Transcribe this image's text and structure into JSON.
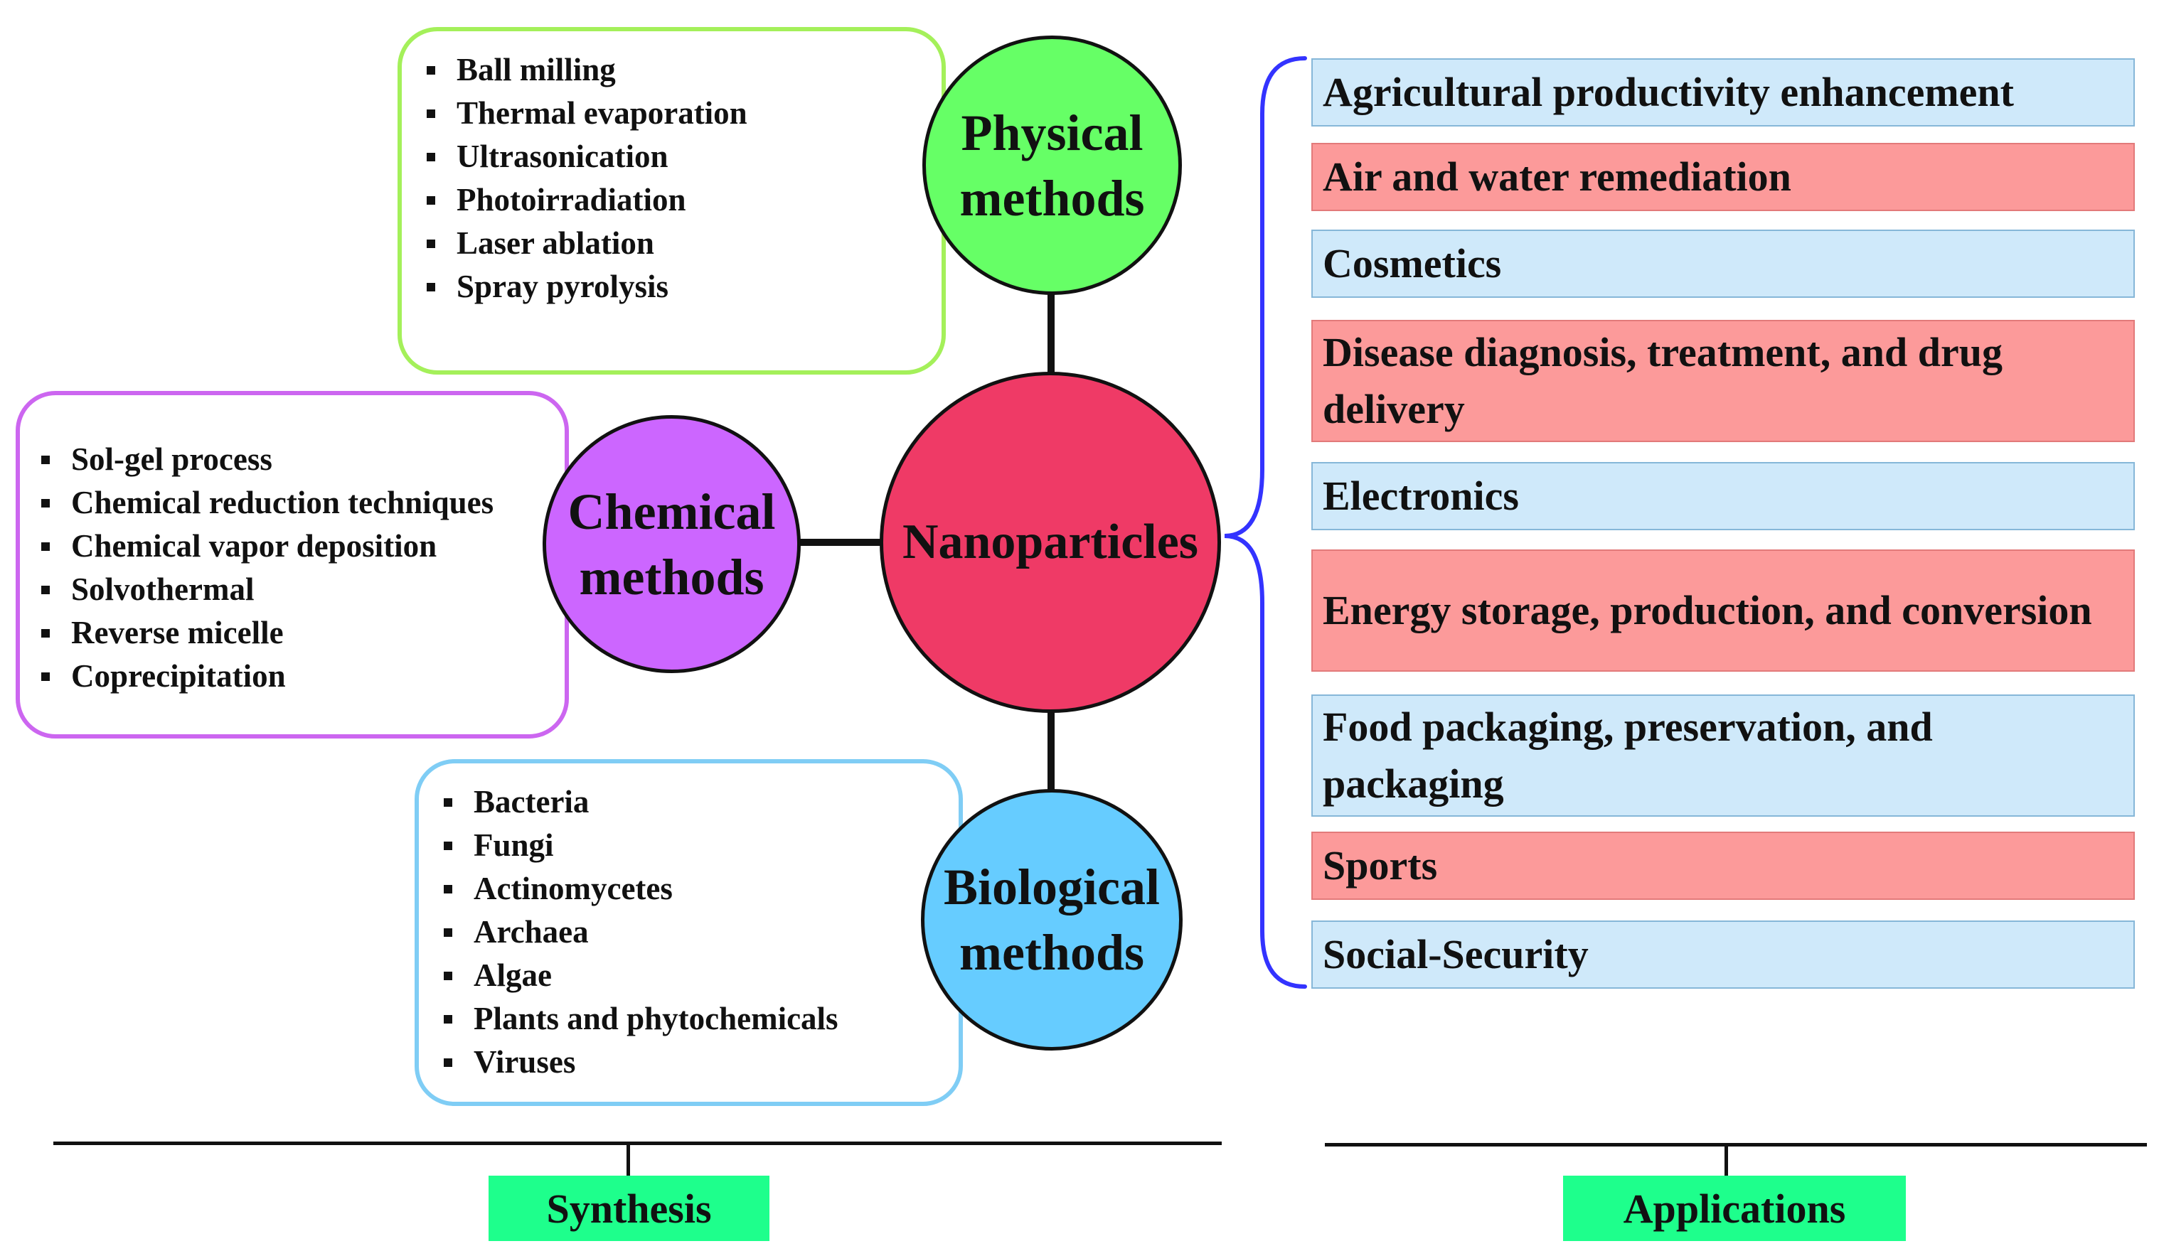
{
  "central": {
    "label": "Nanoparticles",
    "color": "#ef3a66"
  },
  "methods": {
    "physical": {
      "label": "Physical\nmethods",
      "color": "#66ff66",
      "border": "#a4f05a",
      "items": [
        "Ball milling",
        "Thermal evaporation",
        "Ultrasonication",
        "Photoirradiation",
        "Laser ablation",
        "Spray pyrolysis"
      ]
    },
    "chemical": {
      "label": "Chemical\nmethods",
      "color": "#cc66ff",
      "border": "#cc66f0",
      "items": [
        "Sol-gel process",
        "Chemical reduction techniques",
        "Chemical vapor deposition",
        "Solvothermal",
        "Reverse micelle",
        "Coprecipitation"
      ]
    },
    "biological": {
      "label": "Biological\nmethods",
      "color": "#66ccff",
      "border": "#7fcdf5",
      "items": [
        "Bacteria",
        "Fungi",
        "Actinomycetes",
        "Archaea",
        "Algae",
        "Plants and phytochemicals",
        "Viruses"
      ]
    }
  },
  "applications": {
    "bracket_color": "#3333ff",
    "blue_color": "#cfe9fa",
    "red_color": "#fc9a9a",
    "items": [
      {
        "label": "Agricultural productivity enhancement",
        "color": "blue"
      },
      {
        "label": "Air and water remediation",
        "color": "red"
      },
      {
        "label": "Cosmetics",
        "color": "blue"
      },
      {
        "label": "Disease diagnosis, treatment, and drug delivery",
        "color": "red"
      },
      {
        "label": "Electronics",
        "color": "blue"
      },
      {
        "label": "Energy storage, production, and conversion",
        "color": "red"
      },
      {
        "label": "Food packaging, preservation, and packaging",
        "color": "blue"
      },
      {
        "label": "Sports",
        "color": "red"
      },
      {
        "label": "Social-Security",
        "color": "blue"
      }
    ]
  },
  "sections": {
    "synthesis": "Synthesis",
    "applications": "Applications",
    "label_color": "#1eff8c"
  }
}
